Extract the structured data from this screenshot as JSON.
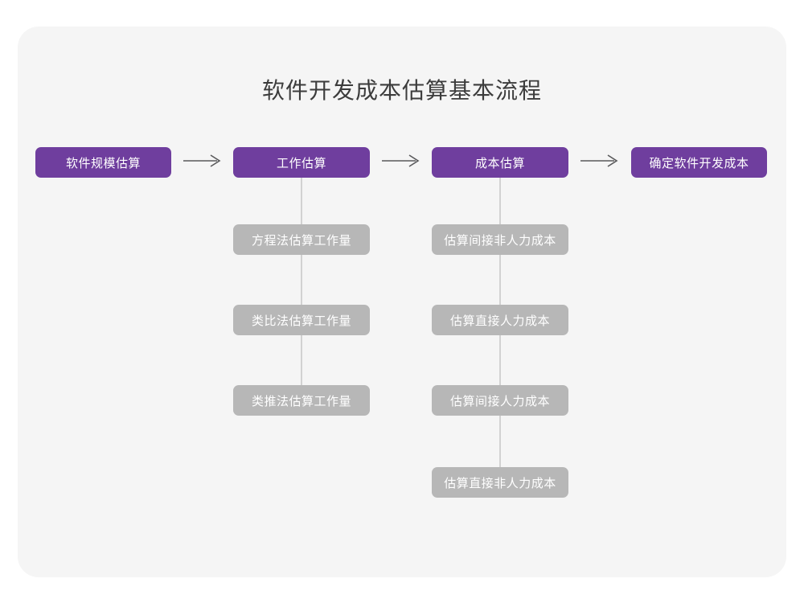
{
  "page": {
    "background_color": "#ffffff",
    "card_color": "#f5f5f5"
  },
  "diagram": {
    "title": "软件开发成本估算基本流程",
    "colors": {
      "primary": "#6f3e9e",
      "secondary": "#b7b7b7",
      "connector": "#d2d2d2",
      "arrow": "#59595b",
      "title_text": "#3c3c3c",
      "node_text": "#ffffff"
    },
    "stages": [
      {
        "label": "软件规模估算",
        "substeps": []
      },
      {
        "label": "工作估算",
        "substeps": [
          "方程法估算工作量",
          "类比法估算工作量",
          "类推法估算工作量"
        ]
      },
      {
        "label": "成本估算",
        "substeps": [
          "估算间接非人力成本",
          "估算直接人力成本",
          "估算间接人力成本",
          "估算直接非人力成本"
        ]
      },
      {
        "label": "确定软件开发成本",
        "substeps": []
      }
    ],
    "arrows": [
      {
        "name": "arrow-stage1-to-stage2",
        "glyph": "right-arrow-icon"
      },
      {
        "name": "arrow-stage2-to-stage3",
        "glyph": "right-arrow-icon"
      },
      {
        "name": "arrow-stage3-to-stage4",
        "glyph": "right-arrow-icon"
      }
    ]
  }
}
